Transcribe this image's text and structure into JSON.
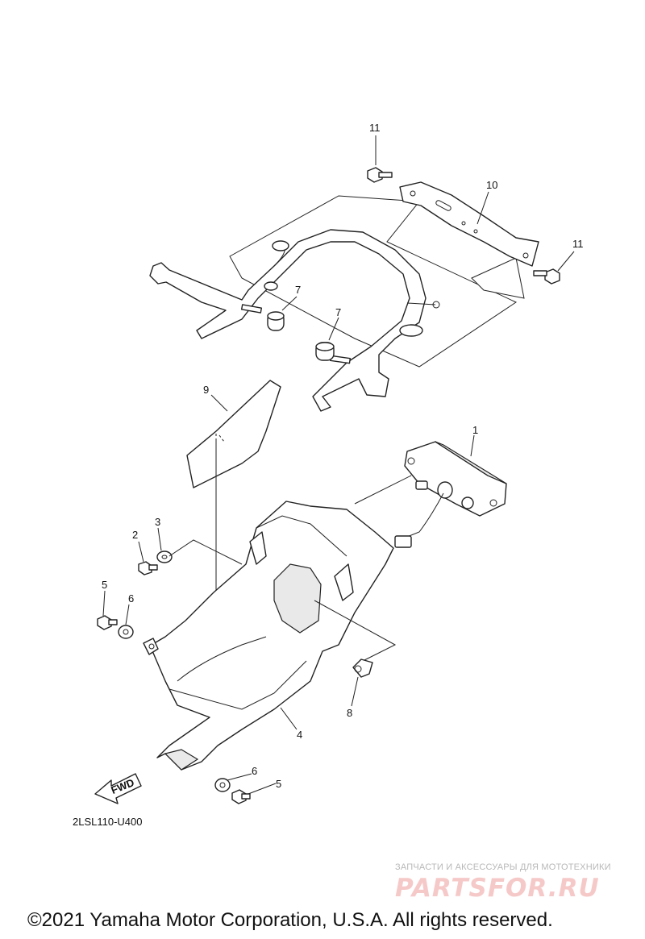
{
  "diagram": {
    "callouts": [
      {
        "id": "c11a",
        "label": "11"
      },
      {
        "id": "c10",
        "label": "10"
      },
      {
        "id": "c11b",
        "label": "11"
      },
      {
        "id": "c7a",
        "label": "7"
      },
      {
        "id": "c7b",
        "label": "7"
      },
      {
        "id": "c9",
        "label": "9"
      },
      {
        "id": "c1",
        "label": "1"
      },
      {
        "id": "c2",
        "label": "2"
      },
      {
        "id": "c3",
        "label": "3"
      },
      {
        "id": "c5a",
        "label": "5"
      },
      {
        "id": "c6a",
        "label": "6"
      },
      {
        "id": "c8",
        "label": "8"
      },
      {
        "id": "c4",
        "label": "4"
      },
      {
        "id": "c6b",
        "label": "6"
      },
      {
        "id": "c5b",
        "label": "5"
      }
    ],
    "fwd_label": "FWD",
    "diagram_code": "2LSL110-U400"
  },
  "watermark": {
    "tagline": "ЗАПЧАСТИ И АКСЕССУАРЫ ДЛЯ МОТОТЕХНИКИ",
    "logo": "PARTSFOR.RU"
  },
  "copyright": "©2021 Yamaha Motor Corporation, U.S.A. All rights reserved."
}
